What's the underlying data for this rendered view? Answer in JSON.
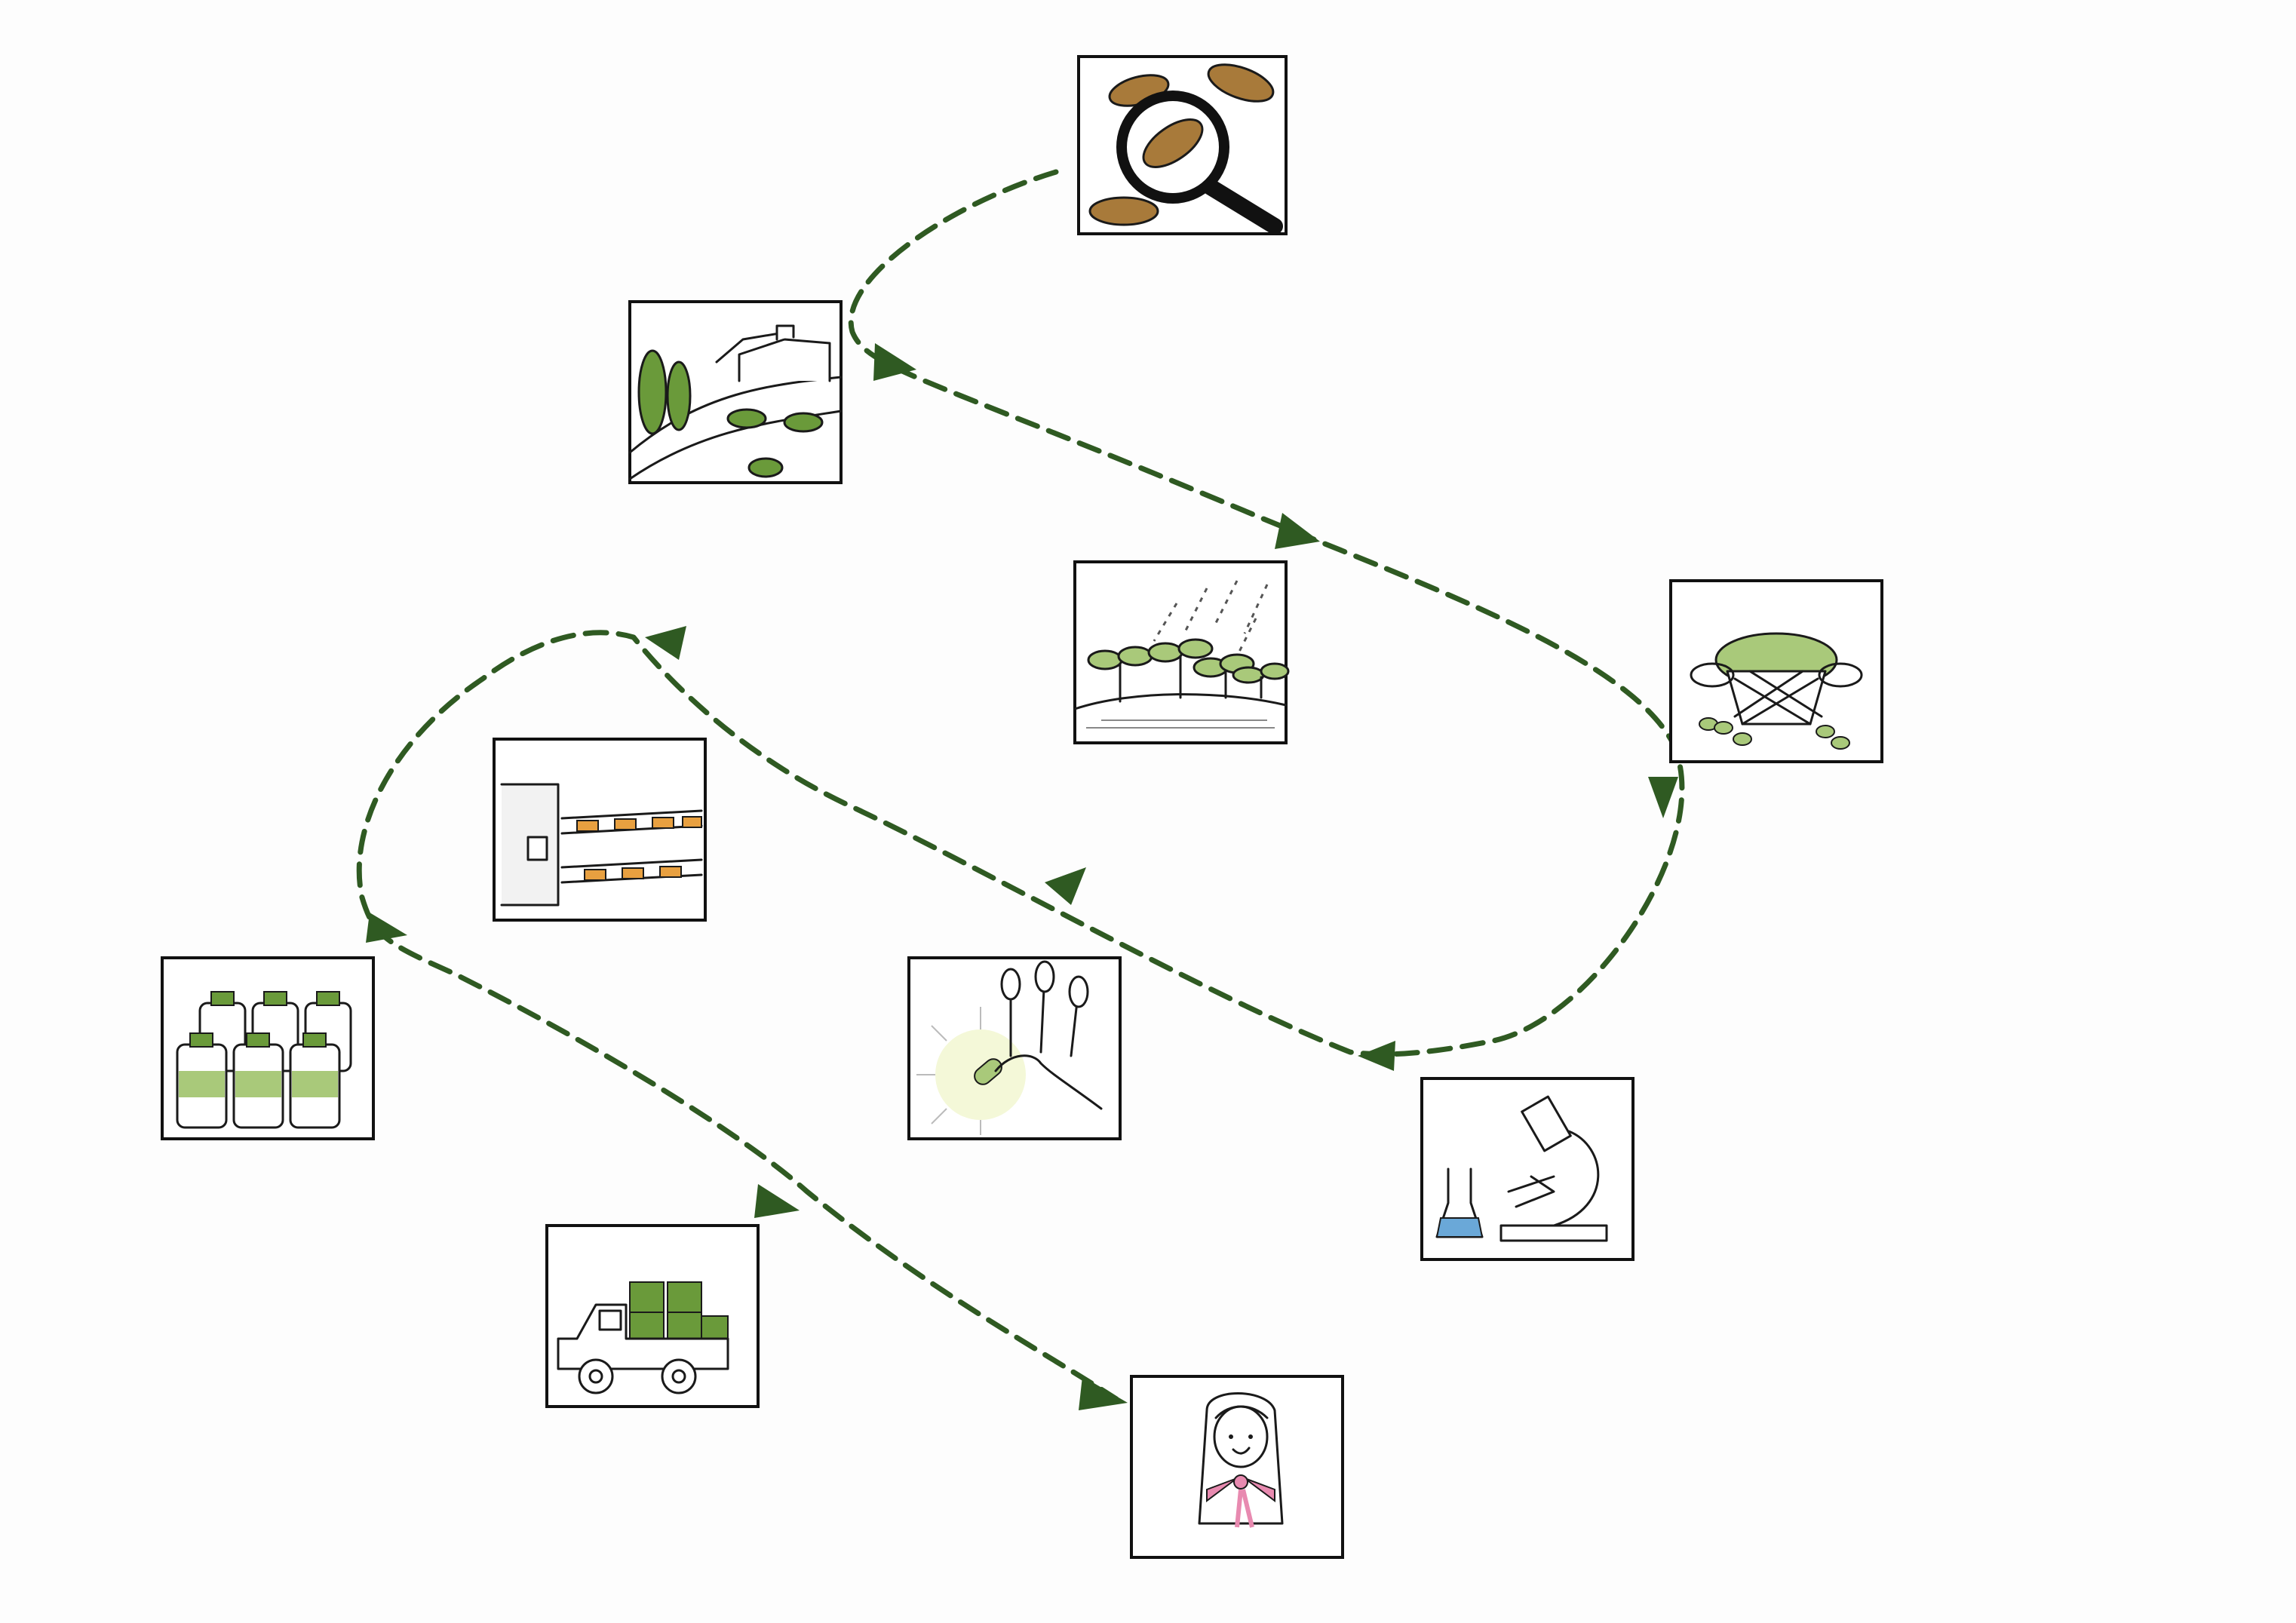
{
  "diagram": {
    "type": "process-flow",
    "style": "hand-drawn illustration cards connected by dashed arrows",
    "stages": [
      {
        "id": "seed-inspection",
        "icon": "magnifier-seeds-icon"
      },
      {
        "id": "farm-field",
        "icon": "hillside-farm-icon"
      },
      {
        "id": "sprouting",
        "icon": "sprouts-rain-icon"
      },
      {
        "id": "harvest",
        "icon": "herb-basket-icon"
      },
      {
        "id": "lab-analysis",
        "icon": "microscope-flask-icon"
      },
      {
        "id": "capsule-quality",
        "icon": "capsule-hand-icon"
      },
      {
        "id": "factory-line",
        "icon": "conveyor-machine-icon"
      },
      {
        "id": "bottling",
        "icon": "bottles-icon"
      },
      {
        "id": "transport",
        "icon": "delivery-truck-icon"
      },
      {
        "id": "customer",
        "icon": "girl-gift-icon"
      }
    ],
    "connections": [
      [
        "seed-inspection",
        "farm-field"
      ],
      [
        "farm-field",
        "sprouting"
      ],
      [
        "sprouting",
        "harvest"
      ],
      [
        "harvest",
        "lab-analysis"
      ],
      [
        "lab-analysis",
        "capsule-quality"
      ],
      [
        "capsule-quality",
        "factory-line"
      ],
      [
        "factory-line",
        "bottling"
      ],
      [
        "bottling",
        "transport"
      ],
      [
        "transport",
        "customer"
      ]
    ]
  },
  "colors": {
    "arrow": "#2f5a22",
    "leaf_green": "#6a9a3a",
    "light_green": "#a9c97a",
    "brown_seed": "#a87a3a",
    "orange": "#e8a040",
    "pink": "#e88ab0",
    "blue_liquid": "#6aa8d8",
    "frame": "#111111"
  }
}
